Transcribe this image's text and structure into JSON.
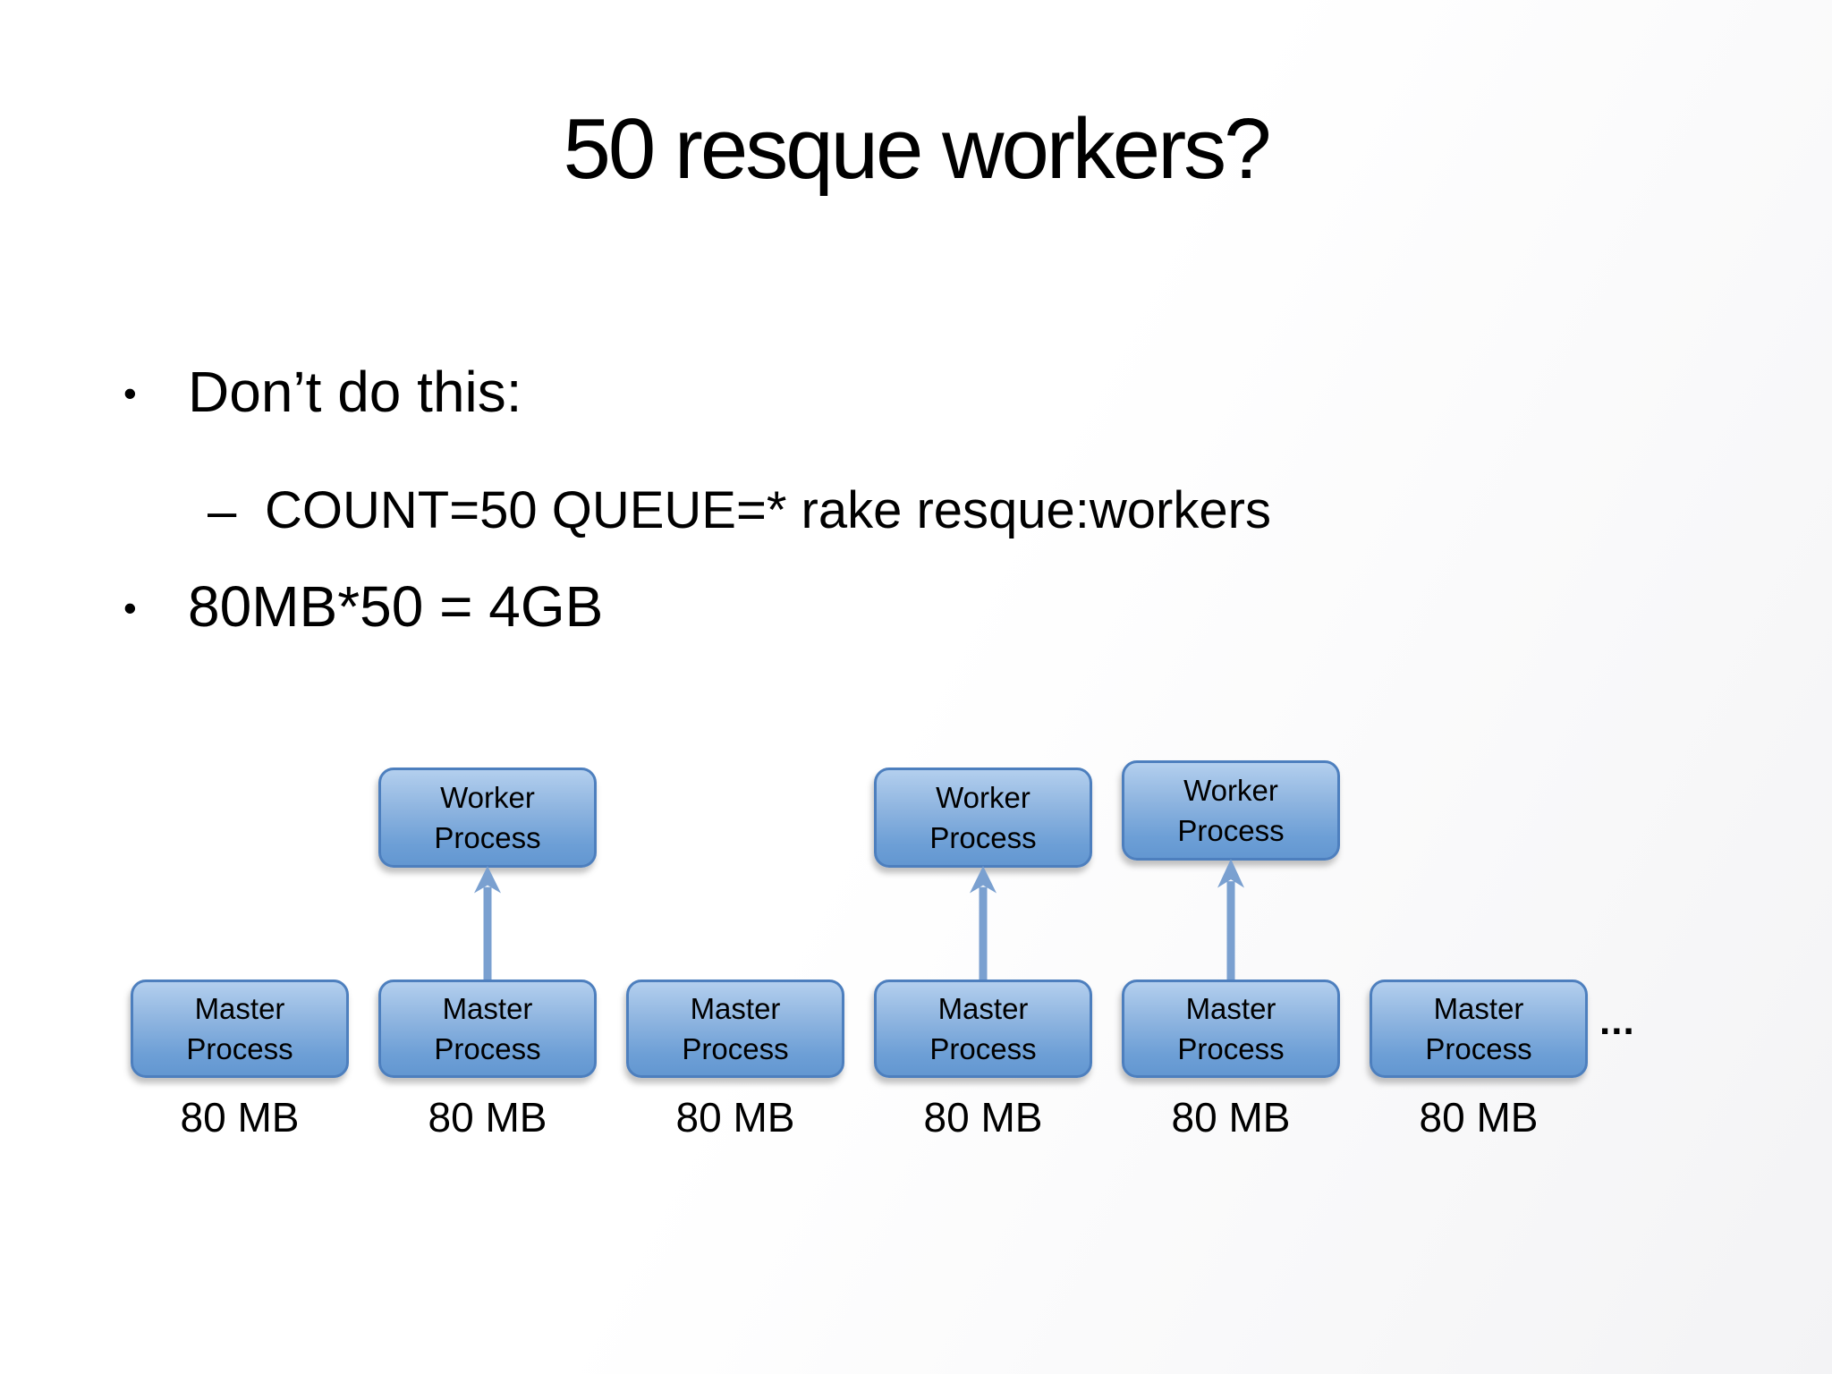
{
  "slide": {
    "title": "50 resque workers?",
    "bullets": [
      {
        "level": 1,
        "marker": "•",
        "text": "Don’t do this:"
      },
      {
        "level": 2,
        "marker": "–",
        "text": "COUNT=50 QUEUE=* rake resque:workers"
      },
      {
        "level": 1,
        "marker": "•",
        "text": "80MB*50 = 4GB"
      }
    ]
  },
  "diagram": {
    "type": "process-diagram",
    "workers": [
      {
        "lines": [
          "Worker",
          "Process"
        ]
      },
      {
        "lines": [
          "Worker",
          "Process"
        ]
      },
      {
        "lines": [
          "Worker",
          "Process"
        ]
      }
    ],
    "masters": [
      {
        "lines": [
          "Master",
          "Process"
        ],
        "memory": "80 MB"
      },
      {
        "lines": [
          "Master",
          "Process"
        ],
        "memory": "80 MB"
      },
      {
        "lines": [
          "Master",
          "Process"
        ],
        "memory": "80 MB"
      },
      {
        "lines": [
          "Master",
          "Process"
        ],
        "memory": "80 MB"
      },
      {
        "lines": [
          "Master",
          "Process"
        ],
        "memory": "80 MB"
      },
      {
        "lines": [
          "Master",
          "Process"
        ],
        "memory": "80 MB"
      }
    ],
    "connections": [
      {
        "from_master_index": 1,
        "to_worker_index": 0
      },
      {
        "from_master_index": 3,
        "to_worker_index": 1
      },
      {
        "from_master_index": 4,
        "to_worker_index": 2
      }
    ],
    "ellipsis": "...",
    "colors": {
      "box_border": "#4d7fbe",
      "box_fill_top": "#b3cfee",
      "box_fill_bottom": "#6397d1",
      "arrow": "#7aa0d0",
      "text": "#000000",
      "background": "#ffffff"
    }
  }
}
